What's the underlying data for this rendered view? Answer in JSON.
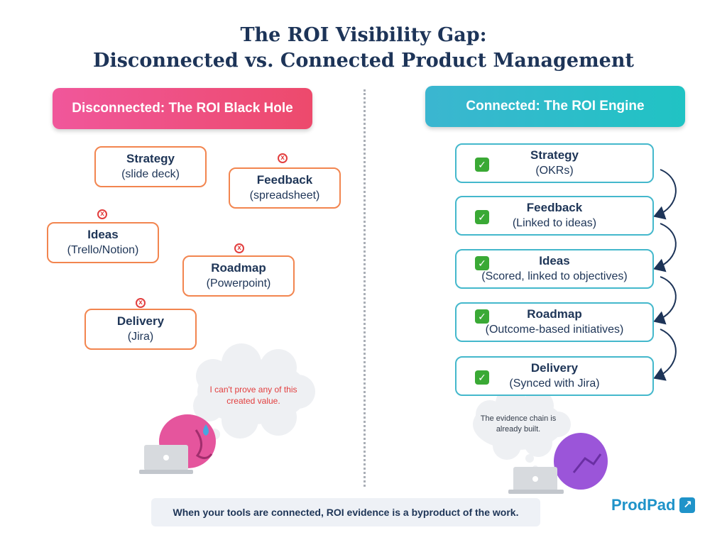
{
  "title": {
    "line1": "The ROI Visibility Gap:",
    "line2": "Disconnected vs. Connected Product Management"
  },
  "left": {
    "header": "Disconnected: The ROI Black Hole",
    "boxes": [
      {
        "name": "Strategy",
        "sub": "(slide deck)",
        "flagged": false
      },
      {
        "name": "Feedback",
        "sub": "(spreadsheet)",
        "flagged": true
      },
      {
        "name": "Ideas",
        "sub": "(Trello/Notion)",
        "flagged": true
      },
      {
        "name": "Roadmap",
        "sub": "(Powerpoint)",
        "flagged": true
      },
      {
        "name": "Delivery",
        "sub": "(Jira)",
        "flagged": true
      }
    ],
    "bubble": "I can't prove any of this created value."
  },
  "right": {
    "header": "Connected: The ROI Engine",
    "boxes": [
      {
        "name": "Strategy",
        "sub": "(OKRs)"
      },
      {
        "name": "Feedback",
        "sub": "(Linked to ideas)"
      },
      {
        "name": "Ideas",
        "sub": "(Scored, linked to objectives)"
      },
      {
        "name": "Roadmap",
        "sub": "(Outcome-based initiatives)"
      },
      {
        "name": "Delivery",
        "sub": "(Synced with Jira)"
      }
    ],
    "bubble": "The evidence chain is already built."
  },
  "footer": "When your tools are connected, ROI evidence is a byproduct of the work.",
  "logo": "ProdPad",
  "colors": {
    "title": "#1d3458",
    "disconnected_header": "#ee4f7e",
    "connected_header": "#2fbccb",
    "disconnected_border": "#f2854f",
    "connected_border": "#44b8cc",
    "x_mark": "#e23e3e",
    "check": "#3aa935",
    "logo": "#1f93c9"
  },
  "icons": {
    "flag": "x-circle-icon",
    "ok": "checkmark-icon",
    "arrow": "curved-arrow-icon"
  }
}
